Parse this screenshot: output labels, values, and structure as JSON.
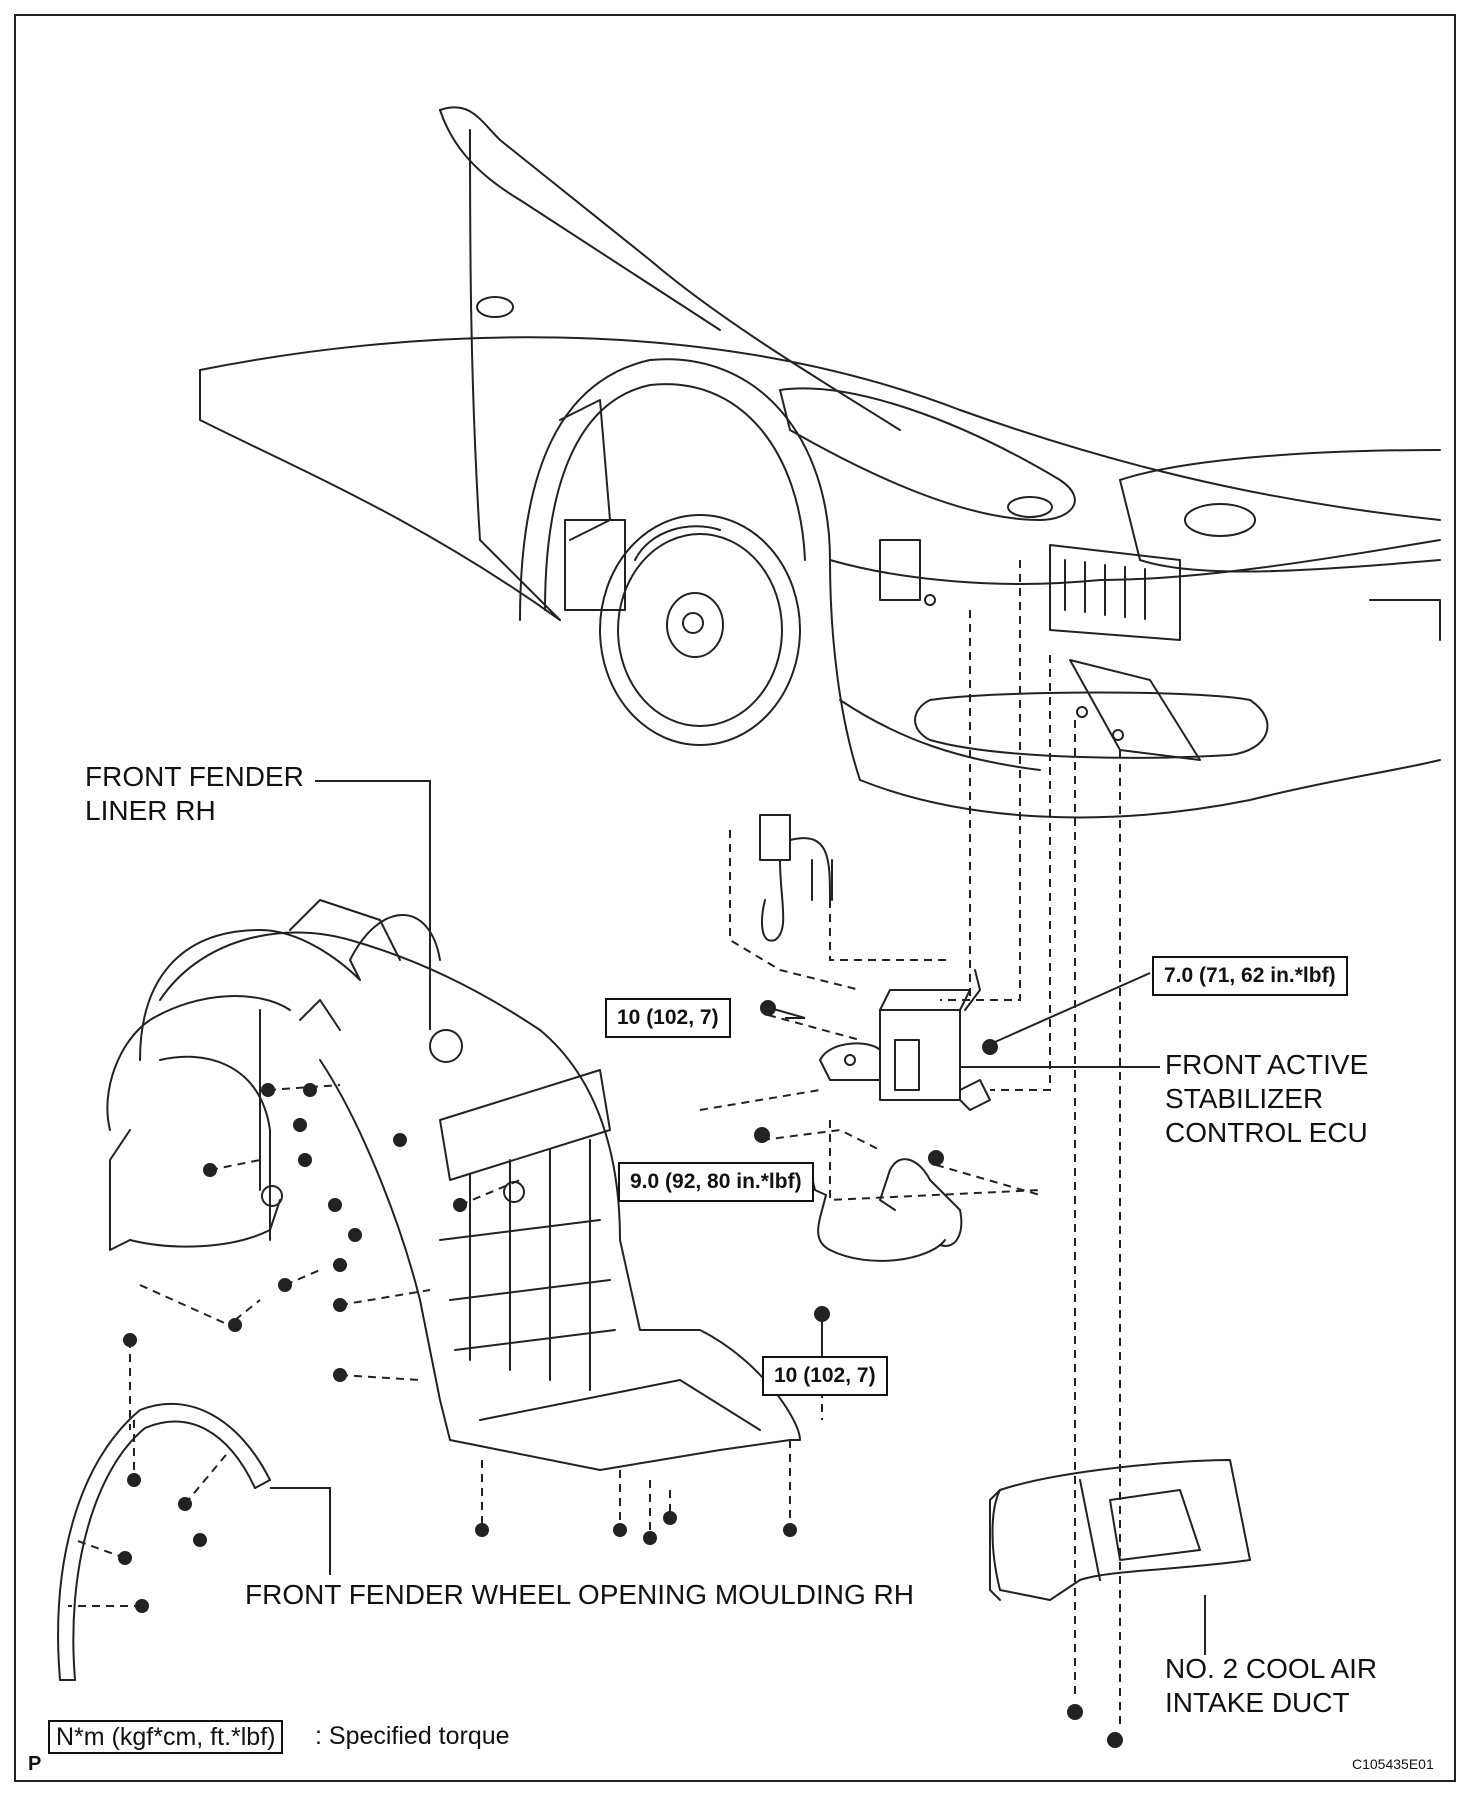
{
  "labels": {
    "fender_liner": "FRONT FENDER\nLINER RH",
    "active_stabilizer_ecu": "FRONT ACTIVE\nSTABILIZER\nCONTROL ECU",
    "wheel_opening_moulding": "FRONT FENDER WHEEL OPENING MOULDING RH",
    "cool_air_duct": "NO. 2 COOL AIR\nINTAKE DUCT"
  },
  "torques": {
    "t1": "10 (102, 7)",
    "t2": "7.0 (71, 62 in.*lbf)",
    "t3": "9.0 (92, 80 in.*lbf)",
    "t4": "10 (102, 7)"
  },
  "legend": {
    "box": "N*m (kgf*cm, ft.*lbf)",
    "text": ": Specified torque"
  },
  "footer": {
    "corner_letter": "P",
    "figure_code": "C105435E01"
  }
}
